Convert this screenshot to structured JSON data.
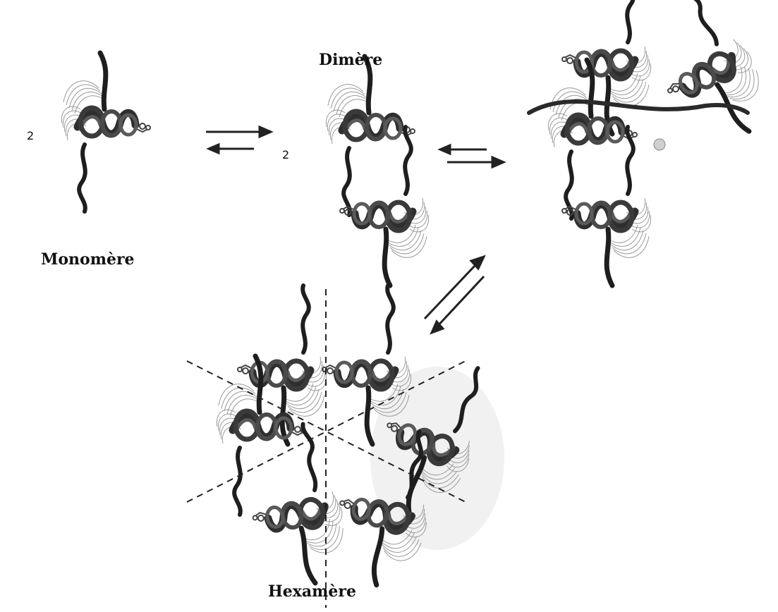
{
  "labels": {
    "dimer": "Dimère",
    "monomer": "Monomère",
    "hexamer": "Hexamère"
  },
  "coefficients": {
    "monomer": "2",
    "dimer": "2"
  },
  "colors": {
    "helix_dark": "#2e2e2e",
    "helix_mid": "#5a5a5a",
    "helix_light": "#8a8a8a",
    "strand_dark": "#1e1e1e",
    "sheet_lines": "#9a9a9a",
    "arrow": "#222222"
  }
}
